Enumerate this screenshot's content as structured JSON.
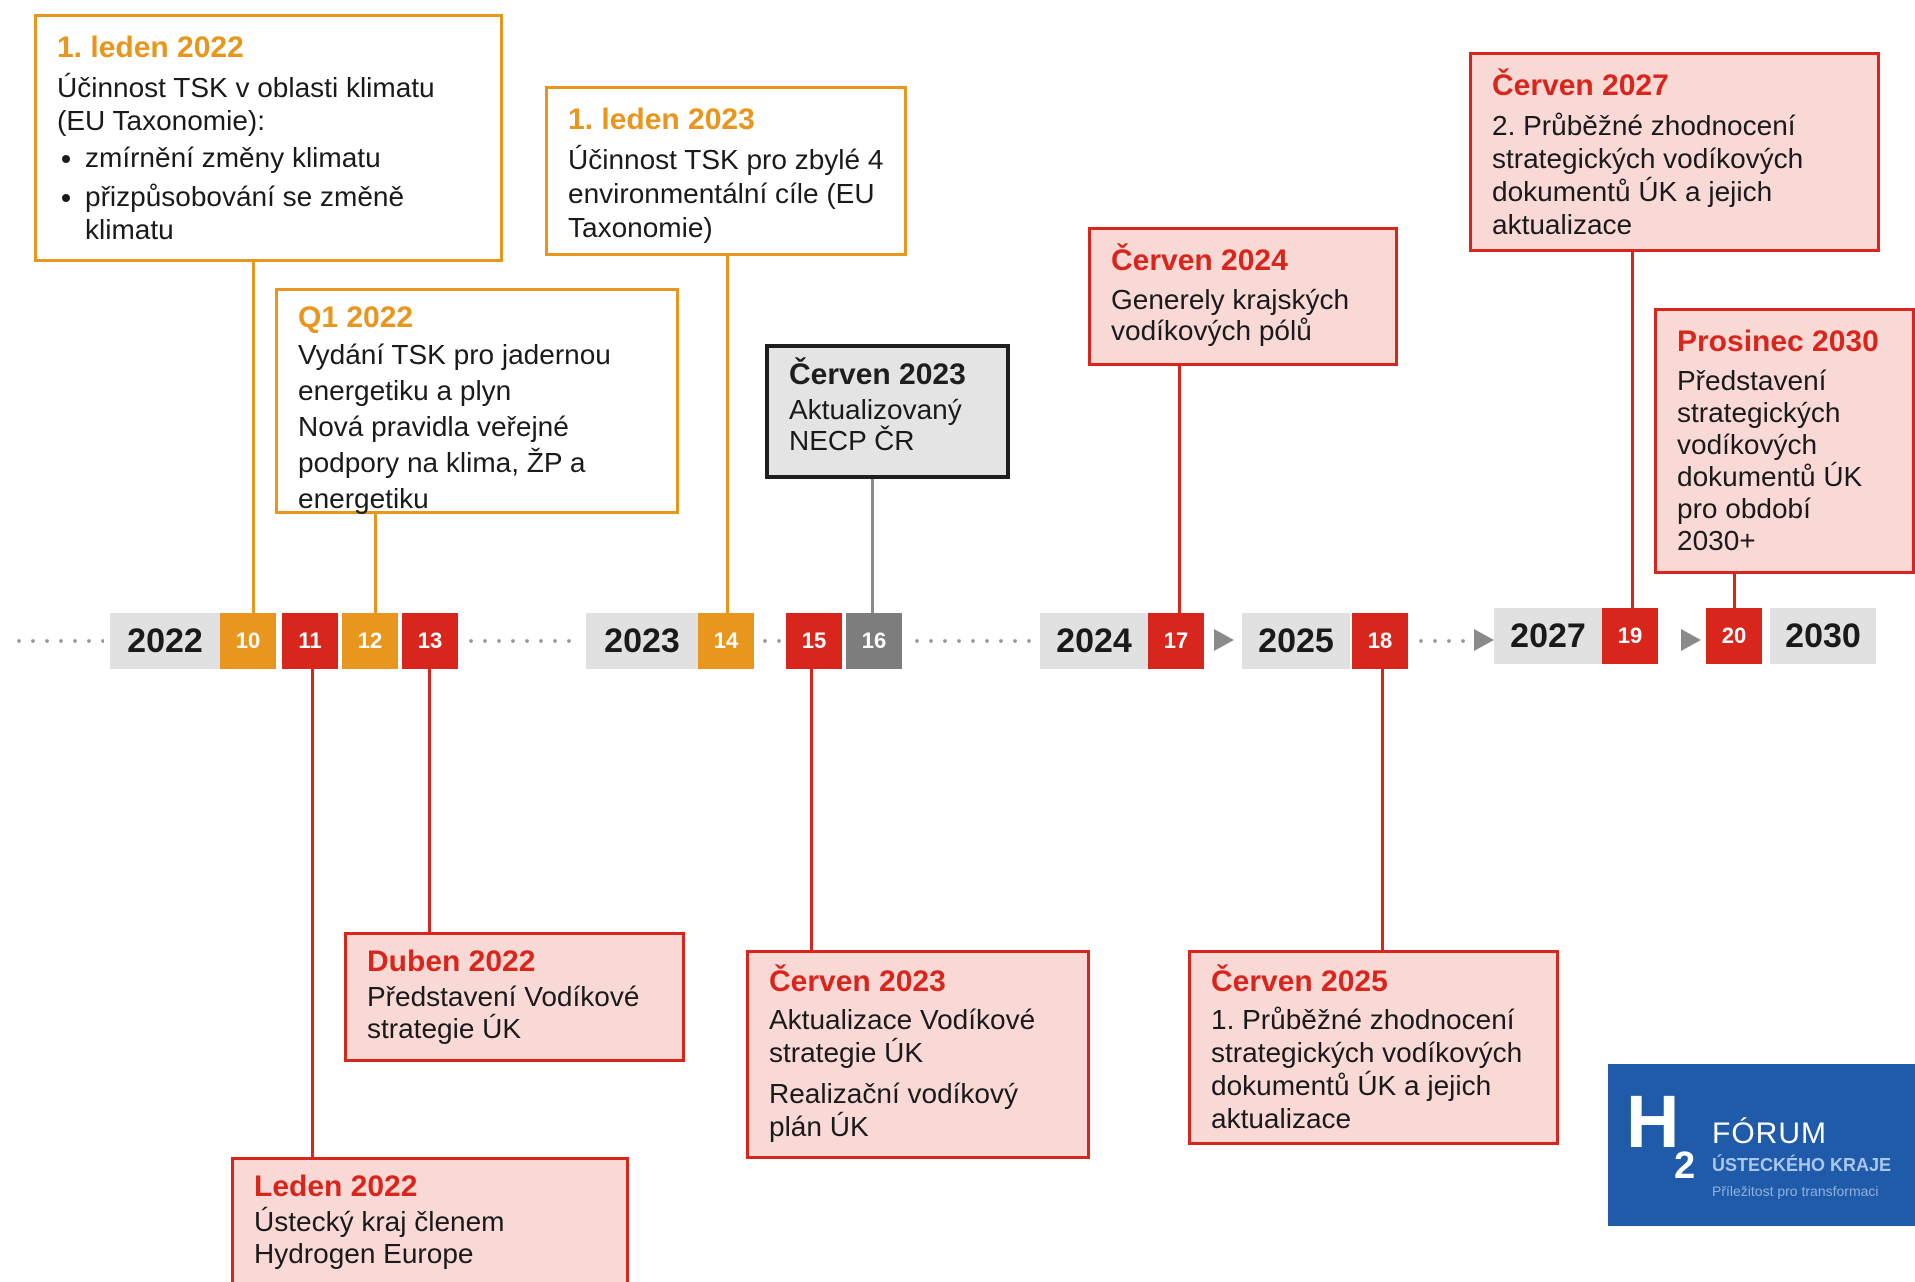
{
  "top_events": [
    {
      "date": "1. leden 2022",
      "lines": [
        "Účinnost TSK v oblasti klimatu (EU Taxonomie):"
      ],
      "bullets": [
        "zmírnění změny klimatu",
        "přizpůsobování se změně klimatu"
      ]
    },
    {
      "date": "Q1 2022",
      "lines": [
        "Vydání TSK pro jadernou energetiku a plyn",
        "Nová pravidla veřejné podpory na klima, ŽP a energetiku"
      ]
    },
    {
      "date": "1. leden 2023",
      "lines": [
        "Účinnost TSK pro zbylé 4 environmentální cíle (EU Taxonomie)"
      ]
    },
    {
      "date": "Červen 2023",
      "lines": [
        "Aktualizovaný NECP ČR"
      ]
    },
    {
      "date": "Červen 2024",
      "lines": [
        "Generely krajských vodíkových pólů"
      ]
    },
    {
      "date": "Červen 2027",
      "lines": [
        "2. Průběžné zhodnocení strategických vodíkových dokumentů ÚK a jejich aktualizace"
      ]
    },
    {
      "date": "Prosinec 2030",
      "lines": [
        "Představení strategických vodíkových dokumentů ÚK pro období 2030+"
      ]
    }
  ],
  "bottom_events": [
    {
      "date": "Duben 2022",
      "lines": [
        "Představení Vodíkové strategie ÚK"
      ]
    },
    {
      "date": "Leden 2022",
      "lines": [
        "Ústecký kraj členem Hydrogen Europe"
      ]
    },
    {
      "date": "Červen 2023",
      "lines": [
        "Aktualizace Vodíkové strategie ÚK",
        "Realizační vodíkový plán ÚK"
      ]
    },
    {
      "date": "Červen 2025",
      "lines": [
        "1. Průběžné zhodnocení strategických vodíkových dokumentů ÚK a jejich aktualizace"
      ]
    }
  ],
  "timeline": {
    "years": [
      "2022",
      "2023",
      "2024",
      "2025",
      "2027",
      "2030"
    ],
    "markers": [
      {
        "n": "10",
        "color": "orange"
      },
      {
        "n": "11",
        "color": "red"
      },
      {
        "n": "12",
        "color": "orange"
      },
      {
        "n": "13",
        "color": "red"
      },
      {
        "n": "14",
        "color": "orange"
      },
      {
        "n": "15",
        "color": "red"
      },
      {
        "n": "16",
        "color": "gray"
      },
      {
        "n": "17",
        "color": "red"
      },
      {
        "n": "18",
        "color": "red"
      },
      {
        "n": "19",
        "color": "red"
      },
      {
        "n": "20",
        "color": "red"
      }
    ]
  },
  "colors": {
    "orange": "#e8961e",
    "red": "#d9261c",
    "gray": "#7d7d7d",
    "year_bg": "#e1e1e1",
    "logo_bg": "#1f5ba8"
  },
  "logo": {
    "letter": "H",
    "subscript": "2",
    "line1": "FÓRUM",
    "line2": "ÚSTECKÉHO KRAJE",
    "line3": "Příležitost pro transformaci"
  }
}
